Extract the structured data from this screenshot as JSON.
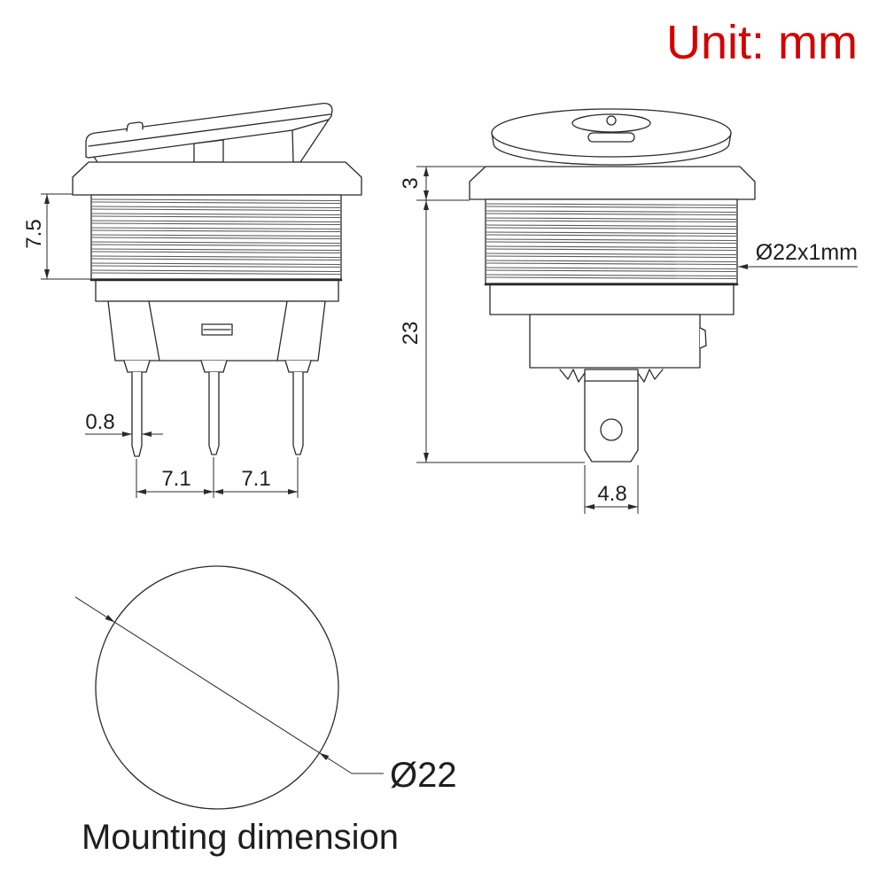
{
  "header": {
    "unit_label": "Unit: mm"
  },
  "colors": {
    "unit_label": "#d40000",
    "linework": "#2a2a2a"
  },
  "side_view": {
    "dim_thread_length": "7.5",
    "dim_pin_width": "0.8",
    "dim_pin_pitch_1": "7.1",
    "dim_pin_pitch_2": "7.1"
  },
  "front_view": {
    "dim_bezel_height": "3",
    "dim_body_height": "23",
    "thread_spec": "Ø22x1mm",
    "dim_terminal_width": "4.8"
  },
  "mounting": {
    "hole_diameter": "Ø22",
    "caption": "Mounting dimension"
  }
}
